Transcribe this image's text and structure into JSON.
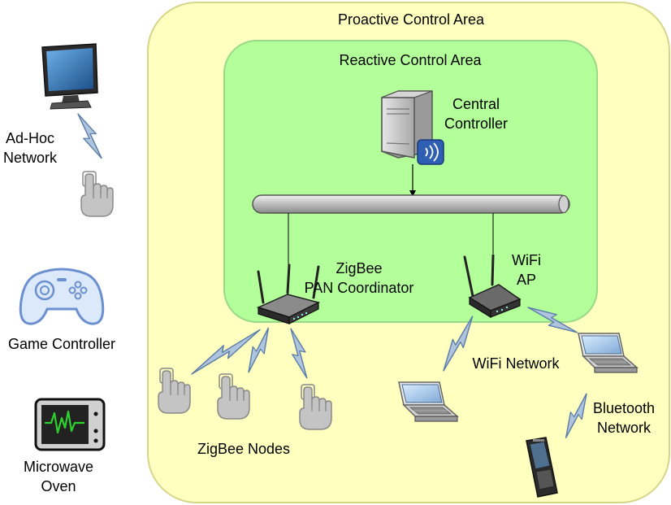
{
  "areas": {
    "proactive": "Proactive Control Area",
    "reactive": "Reactive Control Area"
  },
  "labels": {
    "central_controller": [
      "Central",
      "Controller"
    ],
    "zigbee_coordinator": [
      "ZigBee",
      "PAN Coordinator"
    ],
    "wifi_ap": [
      "WiFi",
      "AP"
    ],
    "wifi_network": "WiFi Network",
    "bluetooth_network": [
      "Bluetooth",
      "Network"
    ],
    "zigbee_nodes": "ZigBee Nodes",
    "adhoc_network": [
      "Ad-Hoc",
      "Network"
    ],
    "game_controller": "Game Controller",
    "microwave_oven": [
      "Microwave",
      "Oven"
    ]
  },
  "icons": {
    "computer": "desktop-monitor-icon",
    "touch": "touch-hand-icon",
    "gamepad": "gamepad-icon",
    "microwave": "microwave-icon",
    "server": "server-icon",
    "router": "wireless-router-icon",
    "laptop": "laptop-icon",
    "phone": "mobile-phone-icon",
    "signal": "lightning-signal-icon"
  },
  "colors": {
    "proactive_fill": "#FFFFC0",
    "proactive_stroke": "#D6D68A",
    "reactive_fill": "#B3FF99",
    "reactive_stroke": "#98D98A",
    "signal_fill": "#B0C4DE",
    "signal_stroke": "#5B7EA8"
  }
}
